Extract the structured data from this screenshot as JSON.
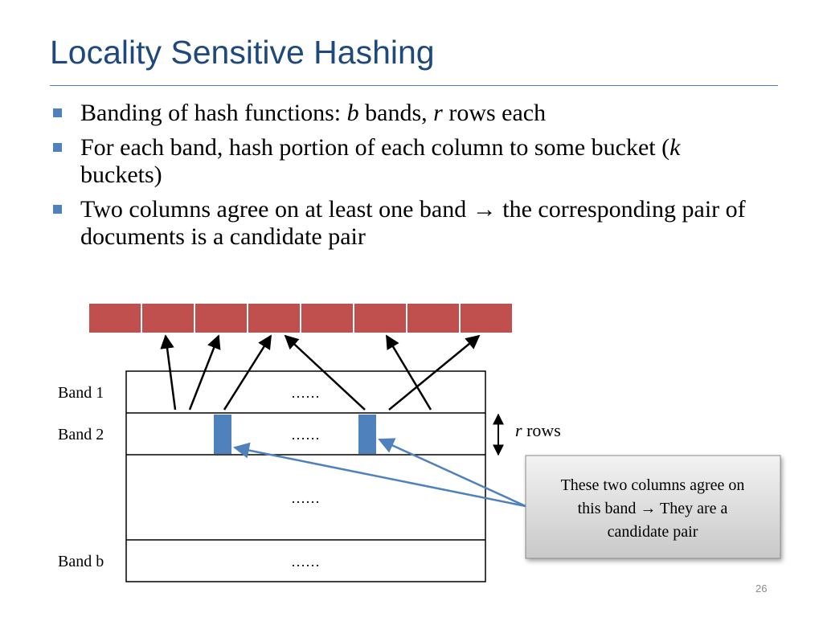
{
  "slide": {
    "title": "Locality Sensitive Hashing",
    "page_number": "26"
  },
  "bullets": [
    {
      "parts": [
        {
          "text": "Banding of hash functions: ",
          "italic": false
        },
        {
          "text": "b",
          "italic": true
        },
        {
          "text": " bands, ",
          "italic": false
        },
        {
          "text": "r",
          "italic": true
        },
        {
          "text": " rows each",
          "italic": false
        }
      ]
    },
    {
      "parts": [
        {
          "text": "For each band, hash portion of each column to some bucket (",
          "italic": false
        },
        {
          "text": "k",
          "italic": true
        },
        {
          "text": " buckets)",
          "italic": false
        }
      ]
    },
    {
      "parts": [
        {
          "text": "Two columns agree on at least one band ",
          "italic": false
        },
        {
          "text": "→",
          "italic": false,
          "bold": true
        },
        {
          "text": " the corresponding pair of documents is a candidate pair",
          "italic": false
        }
      ]
    }
  ],
  "diagram": {
    "bucket_count": 8,
    "bucket_color": "#c0504d",
    "highlight_color": "#4f81bd",
    "bands": [
      {
        "label": "Band 1",
        "dots": "……"
      },
      {
        "label": "Band 2",
        "dots": "……"
      },
      {
        "label": "",
        "dots": "……"
      },
      {
        "label": "Band b",
        "dots": "……"
      }
    ],
    "rows_label": {
      "var": "r",
      "text": " rows"
    },
    "callout": {
      "lines": [
        "These two columns agree on",
        "this band → They are a",
        "candidate pair"
      ]
    }
  }
}
